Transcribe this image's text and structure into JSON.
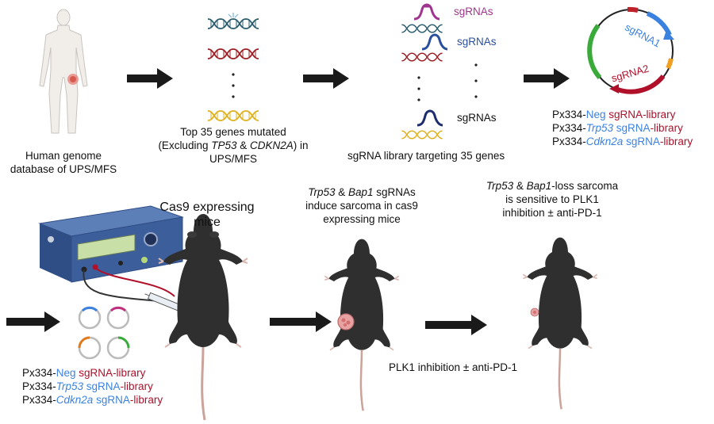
{
  "top_row": {
    "human_label_line1": "Human genome",
    "human_label_line2": "database of UPS/MFS",
    "genes_line1": "Top 35 genes mutated",
    "genes_line2_pre": "(Excluding ",
    "genes_line2_g1": "TP53",
    "genes_line2_amp": " & ",
    "genes_line2_g2": "CDKN2A",
    "genes_line2_post": ") in",
    "genes_line3": "UPS/MFS",
    "library_label": "sgRNA library targeting 35 genes",
    "sgrna_tag_1": "sgRNAs",
    "sgrna_tag_2": "sgRNAs",
    "sgrna_tag_3": "sgRNAs",
    "plasmid_label_1": "sgRNA1",
    "plasmid_label_2": "sgRNA2",
    "lib1_prefix": "Px334-",
    "lib1_gene": "Neg",
    "lib1_mid": " sgRNA",
    "lib1_suffix": "-library",
    "lib2_prefix": "Px334-",
    "lib2_gene": "Trp53",
    "lib2_mid": " sgRNA",
    "lib2_suffix": "-library",
    "lib3_prefix": "Px334-",
    "lib3_gene": "Cdkn2a",
    "lib3_mid": " sgRNA",
    "lib3_suffix": "-library"
  },
  "bottom_row": {
    "cas9_line1": "Cas9 expressing",
    "cas9_line2": "mice",
    "induce_g1": "Trp53",
    "induce_amp": " & ",
    "induce_g2": "Bap1",
    "induce_rest1": " sgRNAs",
    "induce_line2": "induce sarcoma in cas9",
    "induce_line3": "expressing mice",
    "sens_g1": "Trp53",
    "sens_amp": " & ",
    "sens_g2": "Bap1",
    "sens_rest1": "-loss sarcoma",
    "sens_line2": "is sensitive to PLK1",
    "sens_line3": "inhibition ±  anti-PD-1",
    "plk1_label": "PLK1 inhibition ± anti-PD-1",
    "lib1_prefix": "Px334-",
    "lib1_gene": "Neg",
    "lib1_mid": " sgRNA",
    "lib1_suffix": "-library",
    "lib2_prefix": "Px334-",
    "lib2_gene": "Trp53",
    "lib2_mid": " sgRNA",
    "lib2_suffix": "-library",
    "lib3_prefix": "Px334-",
    "lib3_gene": "Cdkn2a",
    "lib3_mid": " sgRNA",
    "lib3_suffix": "-library"
  },
  "colors": {
    "arrow": "#1a1a1a",
    "blue_text": "#3b82e0",
    "red_text": "#b0102a",
    "mouse": "#2f2f2f",
    "tail": "#caa39a",
    "device": "#2f4e86"
  },
  "icons": [
    "human-body-icon",
    "dna-icon",
    "sgrna-icon",
    "plasmid-icon",
    "electroporator-icon",
    "mouse-icon",
    "tumor-icon",
    "arrow-icon"
  ]
}
